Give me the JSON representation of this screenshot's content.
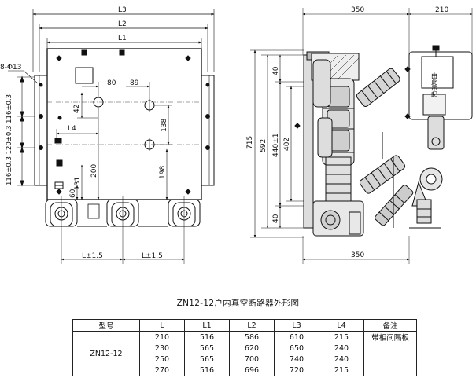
{
  "front_view": {
    "dims": {
      "L3": "L3",
      "L2": "L2",
      "L1": "L1",
      "holes": "8-Φ13",
      "d80": "80",
      "d89": "89",
      "d42": "42",
      "d138": "138",
      "L4": "L4",
      "d200": "200",
      "d198": "198",
      "d131": "131",
      "d60": "60",
      "left_stack": "116±0.3 120±0.3 116±0.3",
      "Lpm1": "L±1.5",
      "Lpm2": "L±1.5"
    }
  },
  "side_view": {
    "dims": {
      "d350top": "350",
      "d210": "210",
      "d715": "715",
      "d592": "592",
      "d440": "440±1",
      "d402": "402",
      "d40a": "40",
      "d40b": "40",
      "d350bottom": "350"
    },
    "label_plate": "由此吊起"
  },
  "caption": "ZN12-12户内真空断路器外形图",
  "table": {
    "headers": [
      "型号",
      "L",
      "L1",
      "L2",
      "L3",
      "L4",
      "备注"
    ],
    "model": "ZN12-12",
    "rows": [
      [
        "210",
        "516",
        "586",
        "610",
        "215",
        "带相间隔板"
      ],
      [
        "230",
        "565",
        "620",
        "650",
        "240",
        ""
      ],
      [
        "250",
        "565",
        "700",
        "740",
        "240",
        ""
      ],
      [
        "270",
        "516",
        "696",
        "720",
        "215",
        ""
      ]
    ]
  }
}
